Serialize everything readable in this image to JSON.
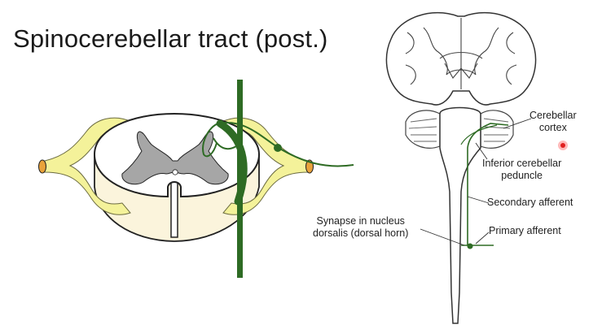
{
  "slide": {
    "title": "Spinocerebellar tract (post.)"
  },
  "labels": {
    "cerebellar_cortex": [
      "Cerebellar",
      "cortex"
    ],
    "inferior_cerebellar_peduncle": [
      "Inferior cerebellar",
      "peduncle"
    ],
    "secondary_afferent": "Secondary afferent",
    "synapse_nucleus_dorsalis": [
      "Synapse in nucleus",
      "dorsalis (dorsal horn)"
    ],
    "primary_afferent": "Primary afferent"
  },
  "colors": {
    "tract_green": "#2e6b24",
    "nerve_yellow": "#f4f29a",
    "nerve_outline": "#6b6b40",
    "grey_matter": "#a6a6a6",
    "cord_base": "#fbf4dc",
    "root_orange": "#e9a23b",
    "pointer_red": "#e02020"
  }
}
